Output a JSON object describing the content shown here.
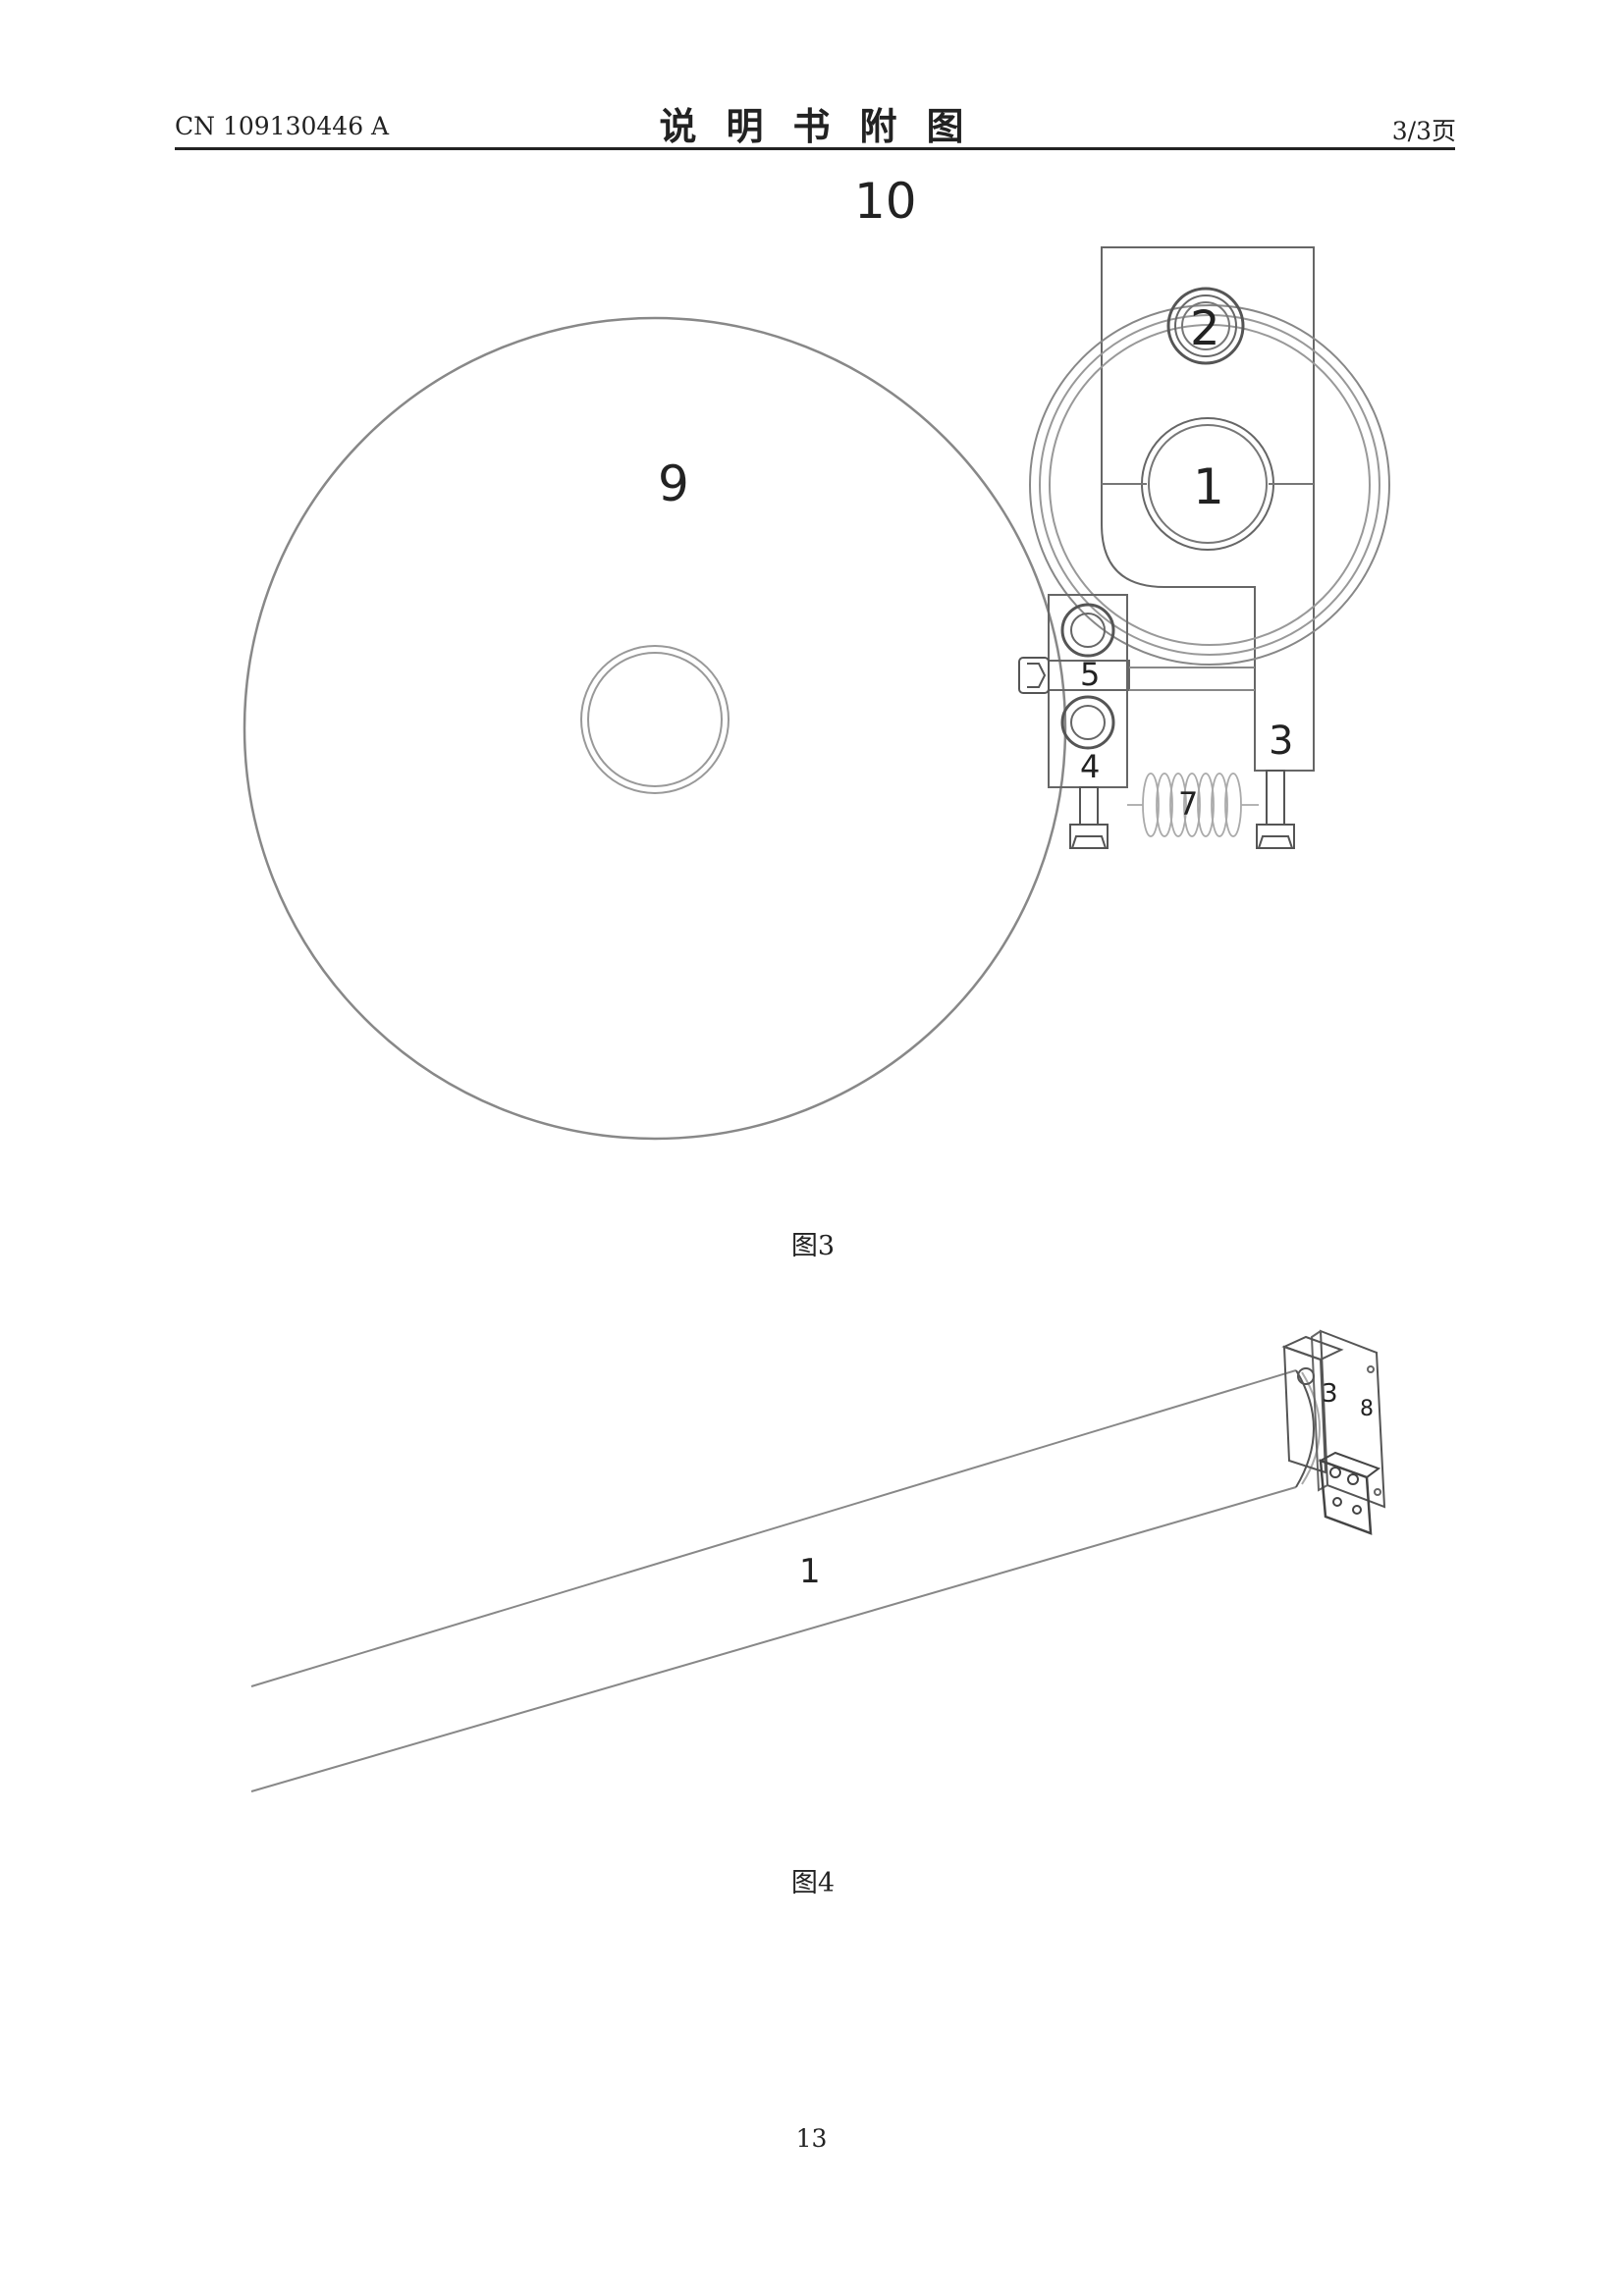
{
  "header": {
    "publication_number": "CN 109130446 A",
    "title": "说明书附图",
    "page_of": "3/3页"
  },
  "figure3": {
    "caption": "图3",
    "labels": {
      "l10": "10",
      "l9": "9",
      "l2": "2",
      "l1": "1",
      "l5": "5",
      "l3": "3",
      "l4": "4",
      "l7": "7"
    }
  },
  "figure4": {
    "caption": "图4",
    "labels": {
      "l1": "1",
      "l3": "3",
      "l8": "8"
    }
  },
  "footer": {
    "page_number": "13"
  }
}
